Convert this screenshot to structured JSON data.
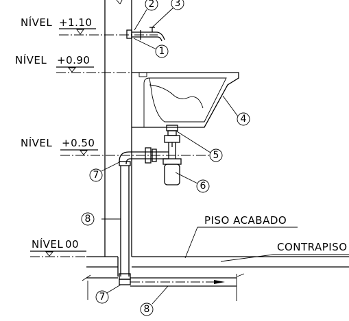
{
  "levels": [
    {
      "word": "NÍVEL",
      "value": "+1.10"
    },
    {
      "word": "NÍVEL",
      "value": "+0.90"
    },
    {
      "word": "NÍVEL",
      "value": "+0.50"
    },
    {
      "word": "NÍVEL",
      "value": "00"
    }
  ],
  "labels": {
    "finished_floor": "PISO ACABADO",
    "subfloor": "CONTRAPISO"
  },
  "callouts": [
    "1",
    "2",
    "3",
    "4",
    "5",
    "6",
    "7",
    "8",
    "7",
    "8"
  ]
}
